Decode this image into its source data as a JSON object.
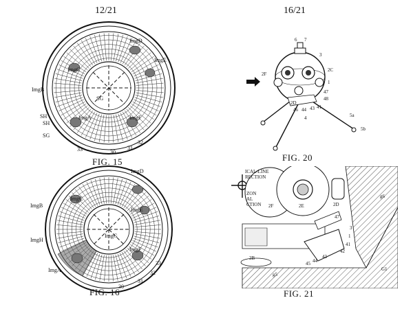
{
  "sheets": {
    "left": "12/21",
    "right": "16/21"
  },
  "figures": {
    "fig15": {
      "caption": "FIG. 15",
      "labels": [
        "ImgD",
        "ImgE",
        "ImgC",
        "ImgB",
        "SG",
        "SH",
        "SH",
        "SG",
        "ImgA",
        "ImgF",
        "33",
        "30",
        "31",
        "32"
      ]
    },
    "fig16": {
      "caption": "FIG. 16",
      "labels": [
        "ImgD",
        "ImgC",
        "ImgE",
        "ImgB",
        "ImgG",
        "ImgH",
        "ImgF",
        "ImgA",
        "33",
        "32",
        "31",
        "30"
      ]
    },
    "fig20": {
      "caption": "FIG. 20",
      "labels": [
        "6",
        "7",
        "3",
        "2F",
        "2C",
        "1",
        "47",
        "48",
        "2D",
        "46",
        "44",
        "43",
        "41",
        "4",
        "5a",
        "5b"
      ]
    },
    "fig21": {
      "caption": "FIG. 21",
      "labels": [
        "ICAL-LINE",
        "RECTION",
        "ZON",
        "AL",
        "CTION",
        "2F",
        "2E",
        "2D",
        "2B",
        "45",
        "44",
        "43",
        "42",
        "41",
        "47",
        "3",
        "1",
        "G1",
        "g5",
        "g6"
      ]
    }
  }
}
